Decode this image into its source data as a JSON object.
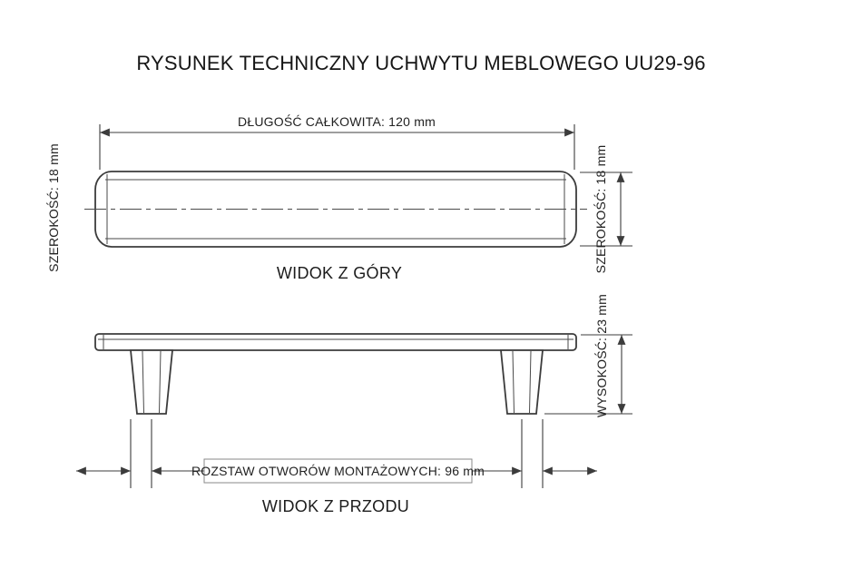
{
  "title": "RYSUNEK TECHNICZNY UCHWYTU MEBLOWEGO UU29-96",
  "top_view": {
    "caption": "WIDOK Z GÓRY",
    "dim_length": "DŁUGOŚĆ CAŁKOWITA: 120 mm",
    "dim_width_left": "SZEROKOŚĆ: 18 mm",
    "dim_width_right": "SZEROKOŚĆ: 18 mm"
  },
  "front_view": {
    "caption": "WIDOK Z PRZODU",
    "dim_height": "WYSOKOŚĆ: 23 mm",
    "dim_hole_spacing": "ROZSTAW OTWORÓW MONTAŻOWYCH: 96 mm"
  },
  "dimensions": {
    "total_length_mm": 120,
    "width_mm": 18,
    "height_mm": 23,
    "hole_spacing_mm": 96
  },
  "colors": {
    "background": "#ffffff",
    "line": "#3c3c3c",
    "text": "#1f1f1f"
  }
}
